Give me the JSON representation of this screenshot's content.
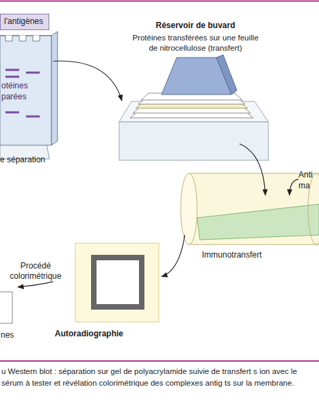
{
  "diagram": {
    "caption": "u Western blot : séparation sur gel de polyacrylamide suivie de transfert s ion avec le sérum à tester et révélation colorimétrique des complexes antig ts sur la membrane.",
    "nodes": [
      {
        "text": [
          "l'antigènes"
        ]
      },
      {
        "text": [
          "otéines parées"
        ]
      },
      {
        "text": [
          "Réservoir de buvard",
          "Protéines transférées sur une feuille de nitrocellulose (transfert)"
        ]
      },
      {
        "text": [
          "Anti ma"
        ]
      },
      {
        "text": [
          "Immunotransfert"
        ]
      },
      {
        "text": [
          "Autoradiographie"
        ]
      },
      {
        "text": [
          "nes"
        ]
      }
    ],
    "edges": [
      {
        "from": 1,
        "to": 2,
        "arrow": "to"
      },
      {
        "from": 2,
        "to": 4,
        "arrow": "to"
      },
      {
        "from": 3,
        "to": 4,
        "arrow": "to"
      },
      {
        "from": 4,
        "to": 5,
        "arrow": "to"
      },
      {
        "from": 5,
        "to": 6,
        "label": "Procédé colorimétrique",
        "arrow": "to"
      }
    ],
    "labels": [
      "e séparation"
    ]
  }
}
